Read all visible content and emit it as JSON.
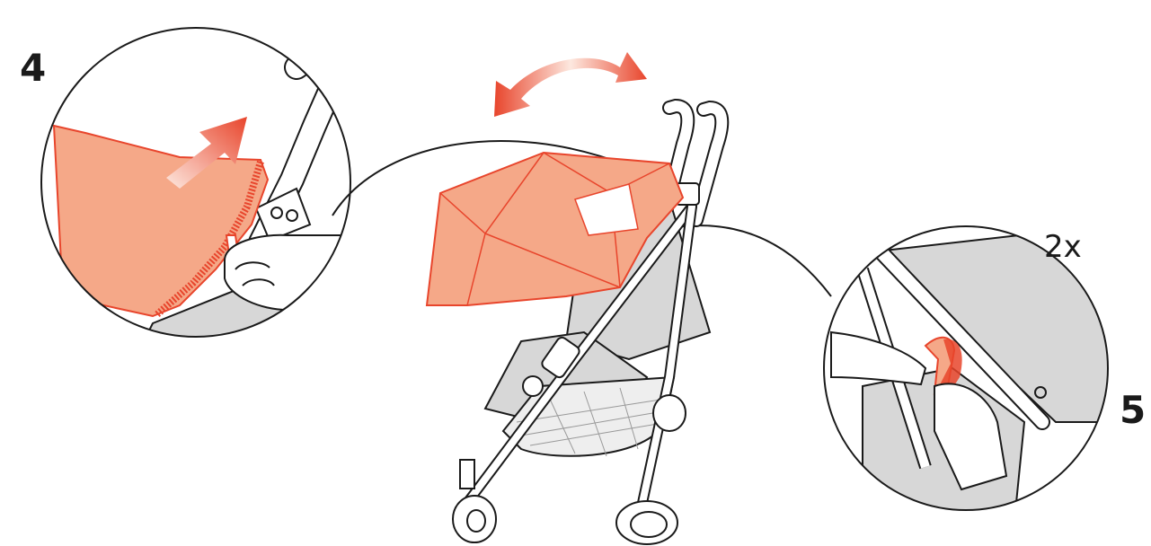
{
  "steps": {
    "left_number": "4",
    "right_number": "5",
    "repeat_label": "2x"
  },
  "colors": {
    "canopy": "#f5a888",
    "canopy_outline": "#e8452c",
    "arrow": "#e8452c",
    "frame_fill": "#d7d7d7",
    "line": "#1a1a1a"
  },
  "icons": {
    "push_arrow": "arrow-up-right",
    "swing_arrow": "curved-double-arrow"
  }
}
